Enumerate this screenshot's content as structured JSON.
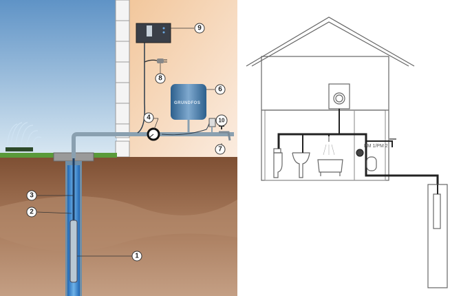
{
  "left_diagram": {
    "callouts": [
      "1",
      "2",
      "3",
      "4",
      "6",
      "7",
      "8",
      "9",
      "10"
    ],
    "tank_logo": "GRUNDFOS"
  },
  "right_diagram": {
    "controller_label": "PM 1/PM 2"
  },
  "colors": {
    "sky": "#8fb8dc",
    "interior": "#f5dcc0",
    "ground": "#9a6a4a",
    "well_water": "#2f7fc8",
    "pipe": "#8aa0b0",
    "tank": "#3f77a6",
    "outline": "#555555"
  }
}
